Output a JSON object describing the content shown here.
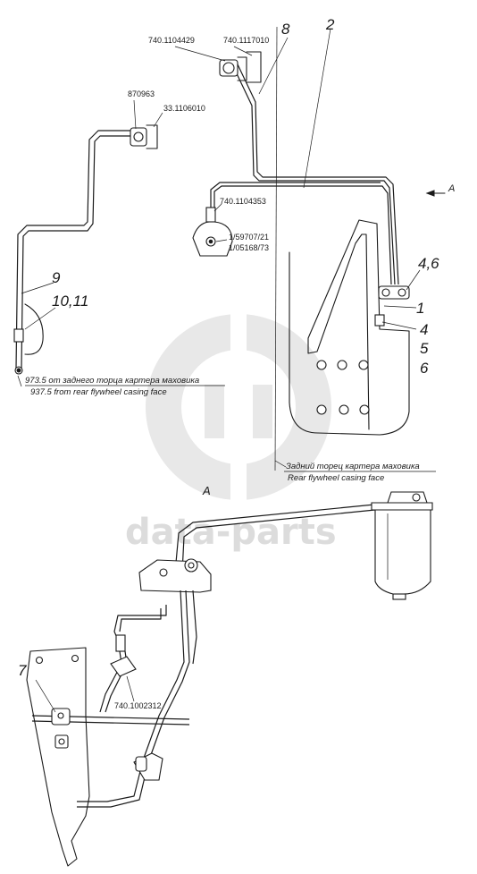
{
  "labels": {
    "n8": "8",
    "n2": "2",
    "n9": "9",
    "n10_11": "10,11",
    "n4_6": "4,6",
    "n1": "1",
    "n4": "4",
    "n5": "5",
    "n6": "6",
    "n7": "7",
    "viewA_arrow": "A",
    "viewA_title": "A"
  },
  "part_numbers": {
    "p740_1104429": "740.1104429",
    "p740_1117010": "740.1117010",
    "p870963": "870963",
    "p33_1106010": "33.1106010",
    "p740_1104353": "740.1104353",
    "p1_59707_21": "1/59707/21",
    "p1_05168_73": "1/05168/73",
    "p740_1002312": "740.1002312"
  },
  "notes": {
    "dist_ru": "973.5 от заднего торца картера маховика",
    "dist_en": "937.5 from rear flywheel casing face",
    "face_ru": "Задний торец картера маховика",
    "face_en": "Rear flywheel casing face"
  },
  "watermark": {
    "text": "data-parts"
  }
}
